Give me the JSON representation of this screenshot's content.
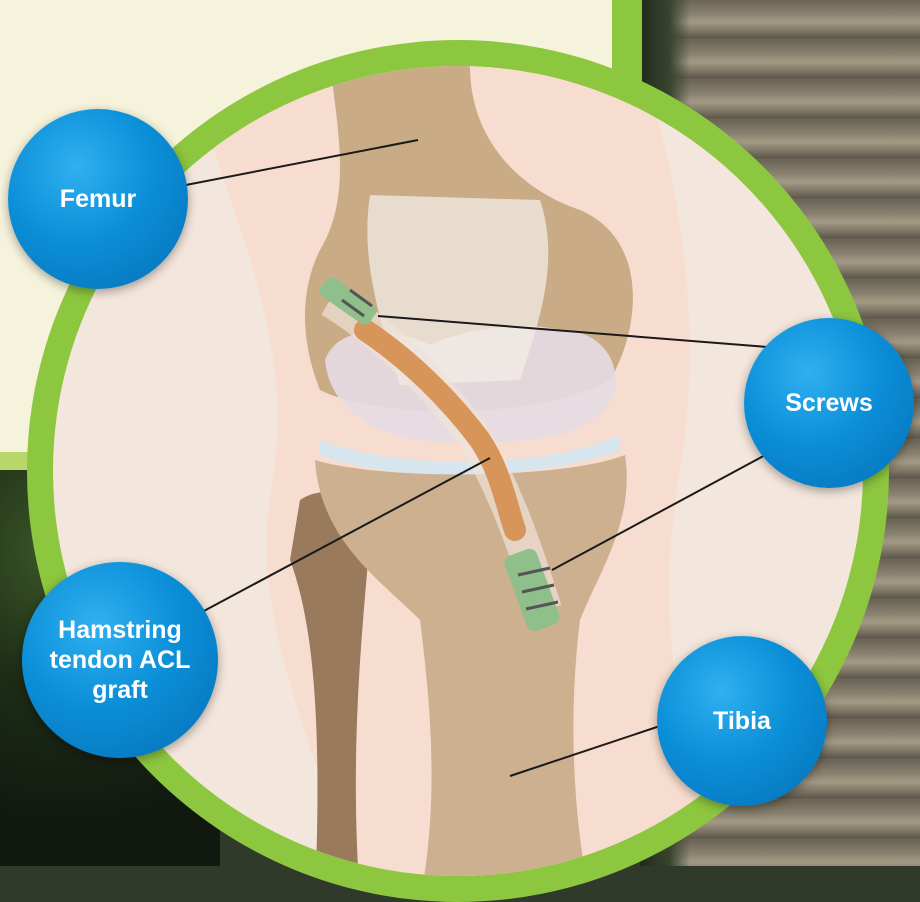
{
  "labels": {
    "femur": "Femur",
    "screws": "Screws",
    "hamstring": "Hamstring tendon ACL graft",
    "tibia": "Tibia"
  },
  "colors": {
    "bubble": "#0b8fd8",
    "ring": "#8dc63f",
    "panel": "#f6f3dc",
    "bone": "#c9ab86",
    "cartilage": "#e6dbe4",
    "screw": "#8fbf8a",
    "tendon": "#d8955a",
    "leader": "#1a1a1a"
  },
  "icons": {
    "screw": "screw-icon",
    "bone": "bone-shape"
  }
}
